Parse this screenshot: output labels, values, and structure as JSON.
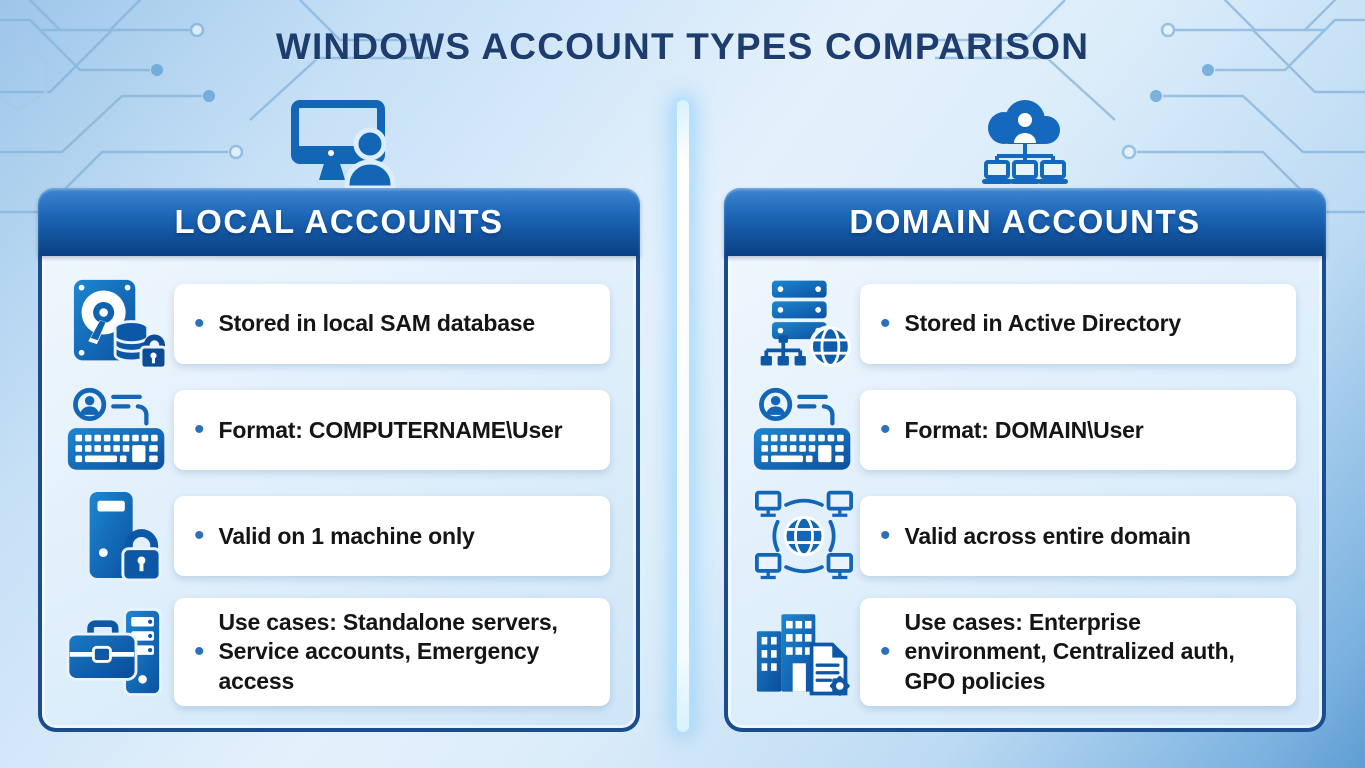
{
  "ui": {
    "bullet": "•"
  },
  "title": "WINDOWS ACCOUNT TYPES COMPARISON",
  "colors": {
    "accent_blue": "#1266b5",
    "header_gradient_top": "#3d86d1",
    "header_gradient_bottom": "#0a3f82",
    "panel_border": "#1b4c8e",
    "title_navy": "#1c3d6e",
    "card_background": "#ffffff",
    "bullet_blue": "#2d6fb8",
    "divider_glow": "#b5e2ff"
  },
  "panels": {
    "local": {
      "header": "LOCAL ACCOUNTS",
      "header_icon": "monitor-user-icon",
      "rows": [
        {
          "icon": "harddrive-database-lock-icon",
          "text": "Stored in local SAM database"
        },
        {
          "icon": "user-id-keyboard-icon",
          "text": "Format: COMPUTERNAME\\User"
        },
        {
          "icon": "pc-tower-lock-icon",
          "text": "Valid on 1 machine only"
        },
        {
          "icon": "briefcase-server-icon",
          "text": "Use cases: Standalone servers, Service accounts, Emergency access"
        }
      ]
    },
    "domain": {
      "header": "DOMAIN ACCOUNTS",
      "header_icon": "cloud-user-network-icon",
      "rows": [
        {
          "icon": "server-stack-globe-icon",
          "text": "Stored in Active Directory"
        },
        {
          "icon": "user-id-keyboard-icon",
          "text": "Format: DOMAIN\\User"
        },
        {
          "icon": "globe-network-monitors-icon",
          "text": "Valid across entire domain"
        },
        {
          "icon": "buildings-document-gear-icon",
          "text": "Use cases: Enterprise environment, Centralized auth, GPO policies"
        }
      ]
    }
  }
}
